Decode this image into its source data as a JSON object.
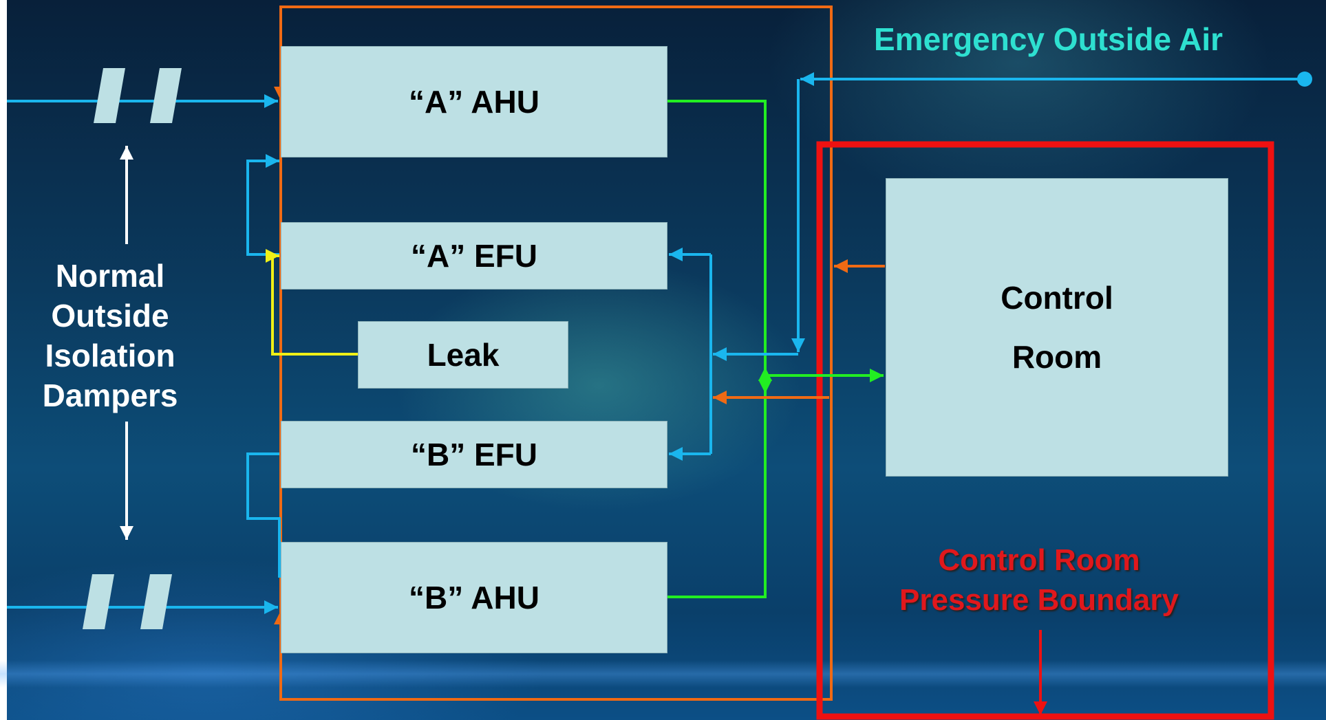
{
  "labels": {
    "a_ahu": "“A” AHU",
    "a_efu": "“A” EFU",
    "leak": "Leak",
    "b_efu": "“B” EFU",
    "b_ahu": "“B” AHU",
    "control_room_line1": "Control",
    "control_room_line2": "Room",
    "emergency_outside_air": "Emergency Outside Air",
    "normal_outside_isolation_dampers": [
      "Normal",
      "Outside",
      "Isolation",
      "Dampers"
    ],
    "pressure_boundary": [
      "Control Room",
      "Pressure Boundary"
    ]
  },
  "colors": {
    "box_fill": "#bde0e4",
    "blue_line": "#1ab6ee",
    "orange_line": "#f06a14",
    "green_line": "#22ee22",
    "yellow_line": "#f0f016",
    "red_boundary": "#ee1111",
    "emergency_text": "#2ee0d0"
  }
}
